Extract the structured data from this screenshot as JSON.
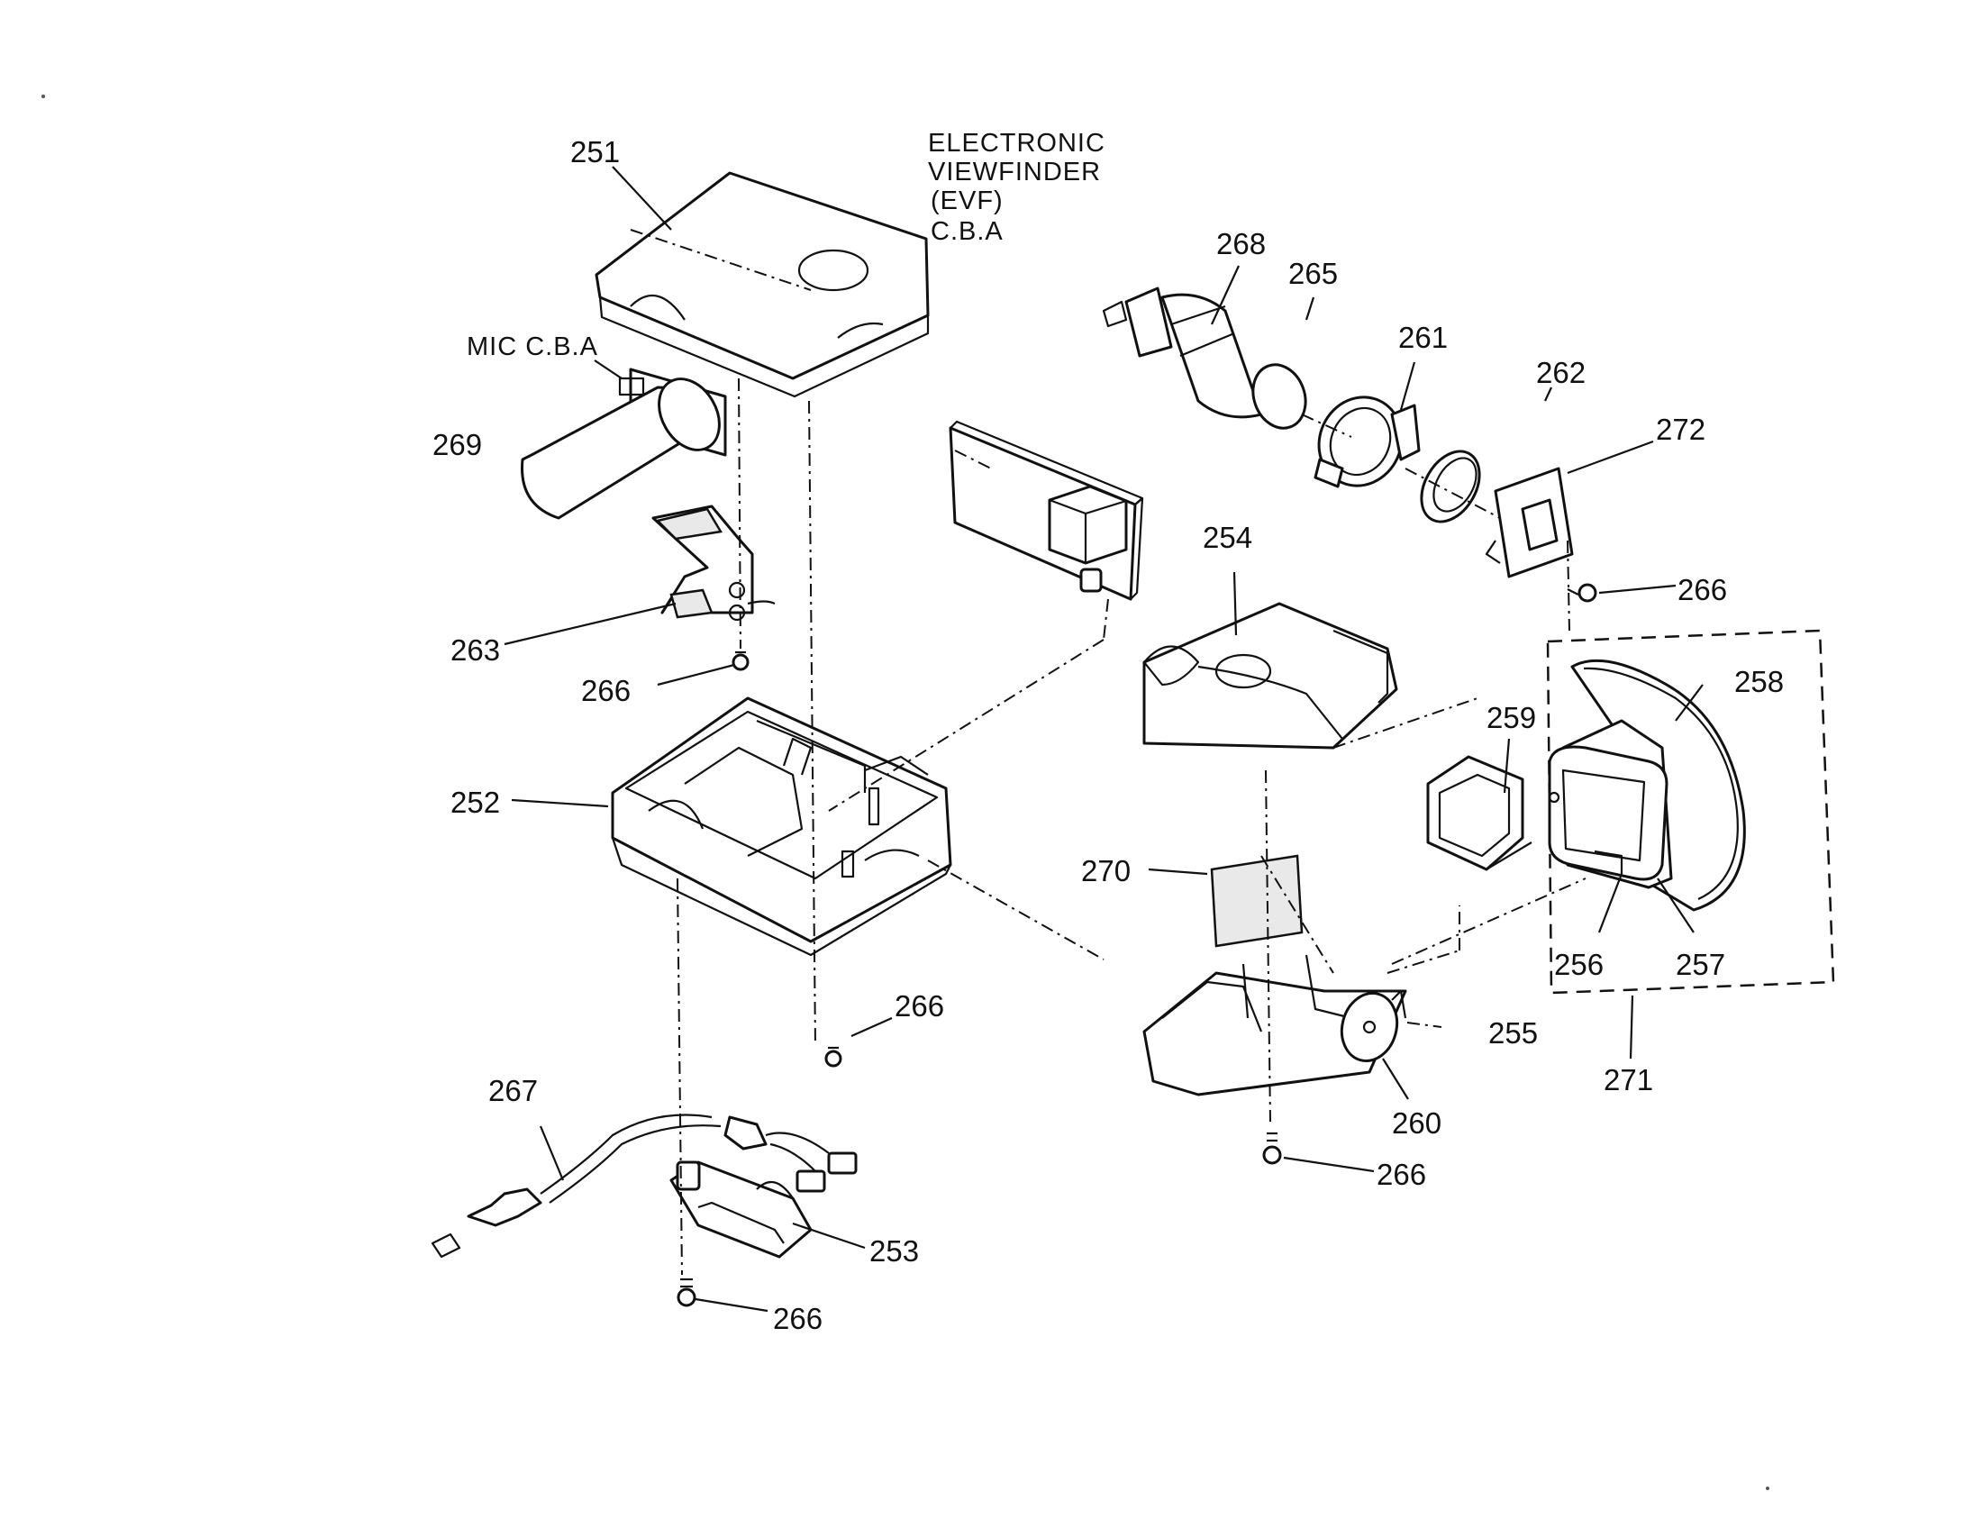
{
  "labels": {
    "p251": "251",
    "p252": "252",
    "p253": "253",
    "p254": "254",
    "p255": "255",
    "p256": "256",
    "p257": "257",
    "p258": "258",
    "p259": "259",
    "p260": "260",
    "p261": "261",
    "p262": "262",
    "p263": "263",
    "p265": "265",
    "p266a": "266",
    "p266b": "266",
    "p266c": "266",
    "p266d": "266",
    "p266e": "266",
    "p267": "267",
    "p268": "268",
    "p269": "269",
    "p270": "270",
    "p271": "271",
    "p272": "272",
    "mic_cba": "MIC C.B.A",
    "evf_line1": "ELECTRONIC",
    "evf_line2": "VIEWFINDER",
    "evf_line3": "(EVF)",
    "evf_line4": "C.B.A"
  }
}
